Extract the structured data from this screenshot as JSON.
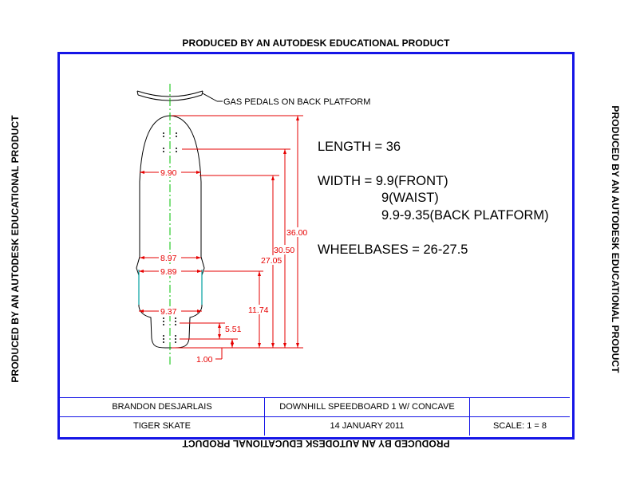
{
  "watermark": "PRODUCED BY AN AUTODESK EDUCATIONAL PRODUCT",
  "callout": "GAS PEDALS ON BACK PLATFORM",
  "dimensions": {
    "width_front": "9.90",
    "width_waist": "8.97",
    "width_lower": "9.89",
    "width_back": "9.37",
    "length_total": "36.00",
    "dim_3050": "30.50",
    "dim_2705": "27.05",
    "dim_1174": "11.74",
    "dim_551": "5.51",
    "dim_100": "1.00"
  },
  "specs": {
    "length": "LENGTH = 36",
    "width_front": "WIDTH = 9.9(FRONT)",
    "width_waist": "9(WAIST)",
    "width_back": "9.9-9.35(BACK PLATFORM)",
    "wheelbases": "WHEELBASES = 26-27.5"
  },
  "title_block": {
    "designer": "BRANDON DESJARLAIS",
    "title": "DOWNHILL SPEEDBOARD 1 W/ CONCAVE",
    "company": "TIGER SKATE",
    "date": "14 JANUARY 2011",
    "scale": "SCALE: 1 = 8"
  },
  "colors": {
    "frame": "#1515e6",
    "dimension": "#e60000",
    "centerline": "#00c000",
    "outline": "#000000",
    "cyan_edge": "#00a0a0"
  }
}
